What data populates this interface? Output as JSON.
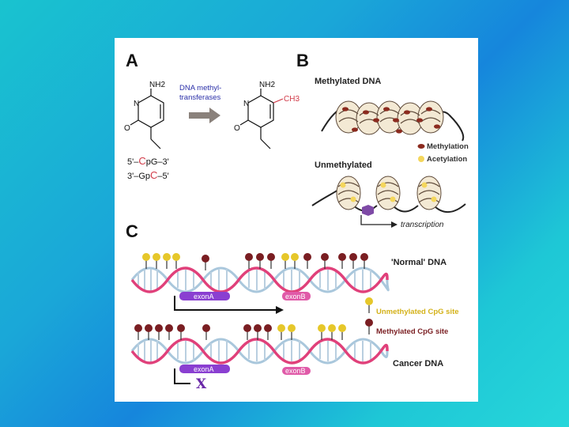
{
  "panels": {
    "a_label": "A",
    "b_label": "B",
    "c_label": "C"
  },
  "panel_a": {
    "nh2_left": "NH2",
    "nh2_right": "NH2",
    "n_atom": "N",
    "o_atom": "O",
    "ch3": "CH3",
    "enzyme_line1": "DNA methyl-",
    "enzyme_line2": "transferases",
    "seq_top_5": "5'–",
    "seq_top_c": "C",
    "seq_top_pg": "pG–3'",
    "seq_bot_3": "3'–Gp",
    "seq_bot_c": "C",
    "seq_bot_5": "–5'"
  },
  "panel_b": {
    "methylated_title": "Methylated DNA",
    "unmethylated_title": "Unmethylated",
    "legend_methylation": "Methylation",
    "legend_acetylation": "Acetylation",
    "transcription": "transcription"
  },
  "panel_c": {
    "normal_label": "'Normal' DNA",
    "cancer_label": "Cancer DNA",
    "exon_a": "exonA",
    "exon_b": "exonB",
    "legend_unmethylated": "Unmethylated CpG site",
    "legend_methylated": "Methylated CpG site",
    "blocked_mark": "X"
  },
  "colors": {
    "methylated": "#7a1e22",
    "unmethylated": "#e6c72a",
    "acetylation": "#f4d65c",
    "dna_strand": "#e0407a",
    "dna_strand_2": "#a9c7dc",
    "exon": "#8a3fd1",
    "exon_b": "#e05aa8",
    "arrow_gray": "#8a817b"
  }
}
